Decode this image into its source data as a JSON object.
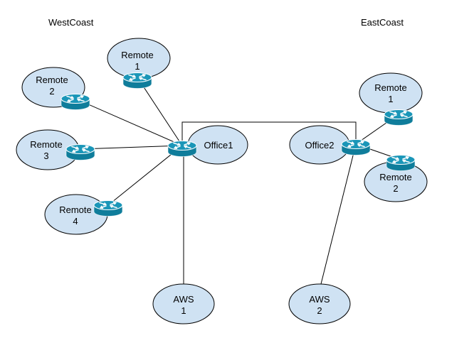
{
  "regions": {
    "west": "WestCoast",
    "east": "EastCoast"
  },
  "nodes": {
    "w_remote1": [
      "Remote",
      "1"
    ],
    "w_remote2": [
      "Remote",
      "2"
    ],
    "w_remote3": [
      "Remote",
      "3"
    ],
    "w_remote4": [
      "Remote",
      "4"
    ],
    "office1": [
      "Office1"
    ],
    "office2": [
      "Office2"
    ],
    "e_remote1": [
      "Remote",
      "1"
    ],
    "e_remote2": [
      "Remote",
      "2"
    ],
    "aws1": [
      "AWS",
      "1"
    ],
    "aws2": [
      "AWS",
      "2"
    ]
  },
  "icons": {
    "router": "router-icon"
  },
  "colors": {
    "node_fill": "#cfe2f3",
    "router": "#0f7d9b",
    "line": "#000000"
  }
}
